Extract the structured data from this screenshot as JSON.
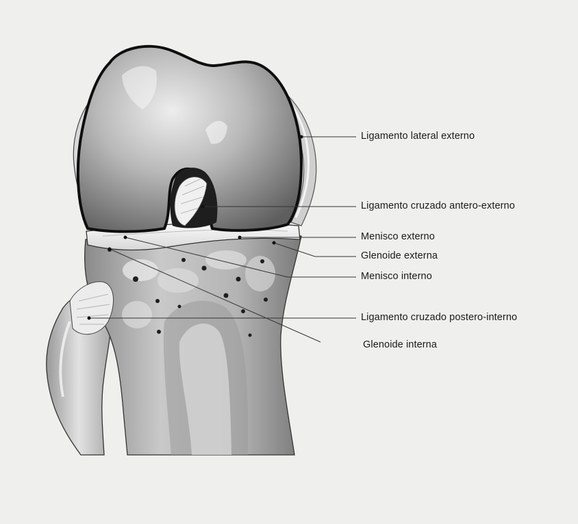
{
  "colors": {
    "background": "#efefed",
    "bone_dark": "#6e6e6e",
    "bone_mid": "#a4a4a4",
    "bone_light": "#d2d2d2",
    "ligament": "#f2f2f2",
    "outline": "#111111",
    "leader": "#333333"
  },
  "labels": [
    {
      "id": "ligamento-lateral-externo",
      "text": "Ligamento lateral externo"
    },
    {
      "id": "ligamento-cruzado-antero-externo",
      "text": "Ligamento cruzado antero-externo"
    },
    {
      "id": "menisco-externo",
      "text": "Menisco externo"
    },
    {
      "id": "glenoide-externa",
      "text": "Glenoide externa"
    },
    {
      "id": "menisco-interno",
      "text": "Menisco interno"
    },
    {
      "id": "ligamento-cruzado-postero-interno",
      "text": "Ligamento cruzado postero-interno"
    },
    {
      "id": "glenoide-interna",
      "text": "Glenoide interna"
    }
  ]
}
